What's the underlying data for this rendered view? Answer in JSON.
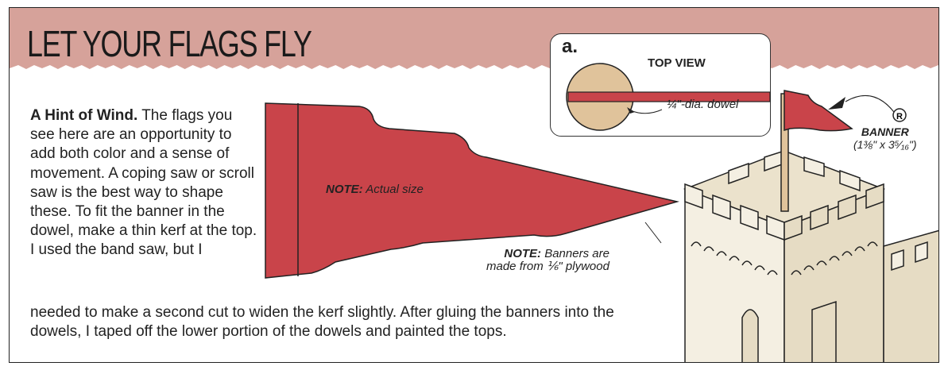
{
  "header": {
    "title": "LET YOUR FLAGS FLY"
  },
  "article": {
    "lead": "A Hint of Wind.",
    "para_col": " The flags you see here are an opportunity to add both color and a sense of movement. A coping saw or scroll saw is the best way to shape these. To fit the banner in the dowel, make a thin kerf at the top. I used the band saw, but I",
    "para_wide": "needed to make a second cut to widen the kerf slightly. After gluing the banners into the dowels, I taped off the lower portion of the dowels and painted the tops."
  },
  "detail_a": {
    "letter": "a.",
    "title": "TOP VIEW",
    "dowel_label": "¼\"-dia. dowel"
  },
  "notes": {
    "actual_bold": "NOTE:",
    "actual_text": " Actual size",
    "banners_bold": "NOTE:",
    "banners_line1": " Banners are",
    "banners_line2": "made from ⅙\" plywood"
  },
  "banner_callout": {
    "marker": "R",
    "name": "BANNER",
    "size": "(1⅜\" x 3⁵⁄₁₆\")"
  },
  "colors": {
    "header_band": "#d6a29a",
    "flag_red": "#c9444a",
    "dowel_tan": "#e0c39b",
    "castle_fill": "#f4efe2",
    "ink": "#222222"
  }
}
